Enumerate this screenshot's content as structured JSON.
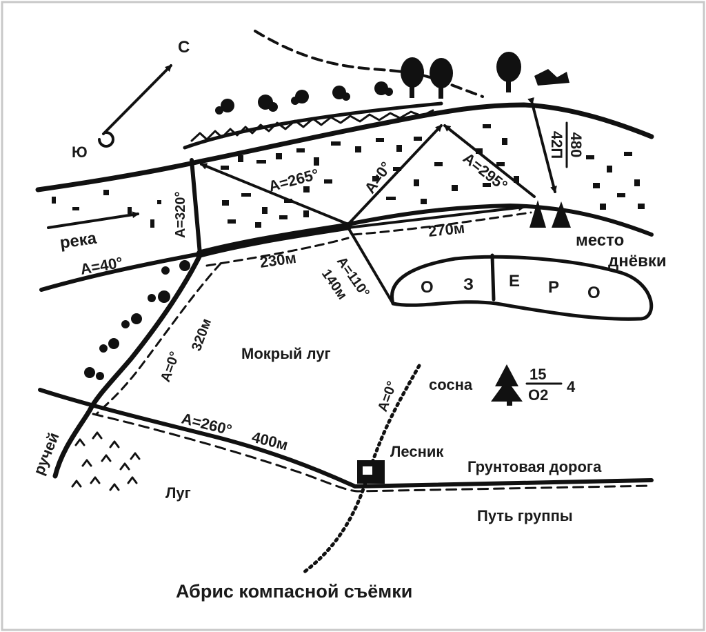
{
  "title": "Абрис компасной съёмки",
  "compass": {
    "north": "С",
    "south": "Ю"
  },
  "features": {
    "river": "река",
    "lake_letters": [
      "О",
      "З",
      "Е",
      "Р",
      "О"
    ],
    "camp_line1": "место",
    "camp_line2": "днёвки",
    "wet_meadow": "Мокрый луг",
    "pine": "сосна",
    "forester": "Лесник",
    "dirt_road": "Грунтовая дорога",
    "group_path": "Путь группы",
    "meadow": "Луг",
    "stream": "ручей"
  },
  "pine_marker": {
    "numerator": "15",
    "denominator": "О2",
    "suffix": "4"
  },
  "camp_bridge": {
    "numerator": "480",
    "denominator": "42П"
  },
  "measurements": {
    "a40": "А=40°",
    "a320_north": "А=320°",
    "a265": "А=265°",
    "a0_forest": "А=0°",
    "a295": "А=295°",
    "d270": "270м",
    "d230": "230м",
    "a110": "А=110°",
    "d140": "140м",
    "a0_stream": "А=0°",
    "d320": "320м",
    "a0_forester": "А=0°",
    "a260": "А=260°",
    "d400": "400м"
  },
  "colors": {
    "ink": "#111111",
    "paper": "#ffffff",
    "frame": "#c8c8c8"
  }
}
